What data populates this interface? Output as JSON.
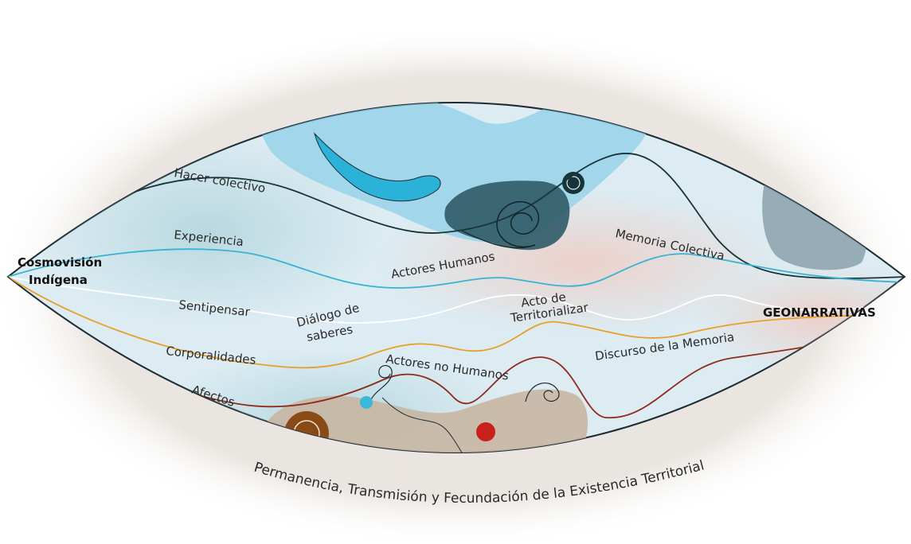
{
  "labels": {
    "cosmovision_1": "Cosmovisión",
    "cosmovision_2": "Indígena",
    "geonarrativas": "GEONARRATIVAS",
    "hacer_colectivo": "Hacer colectivo",
    "experiencia": "Experiencia",
    "sentipensar": "Sentipensar",
    "corporalidades": "Corporalidades",
    "afectos": "Afectos",
    "actores_humanos": "Actores Humanos",
    "dialogo_1": "Diálogo de",
    "dialogo_2": "saberes",
    "actores_no_humanos": "Actores no Humanos",
    "acto_1": "Acto de",
    "acto_2": "Territorializar",
    "memoria_colectiva": "Memoria Colectiva",
    "discurso_memoria": "Discurso de la Memoria",
    "bottom_arc": "Permanencia, Transmisión y Fecundación de la Existencia Territorial"
  },
  "colors": {
    "lens_fill": "#dcecf2",
    "outline": "#1d2b33",
    "line_dark": "#17343a",
    "line_blue": "#39b3d3",
    "line_white": "#ffffff",
    "line_orange": "#e6a12a",
    "line_red": "#8f2b1c",
    "blob_lightblue": "#8fd0e8",
    "blob_dark": "#2f5b66",
    "blob_tan": "#c8b6a2",
    "dot_brown": "#8a4a16",
    "dot_red": "#c8201b",
    "dot_cyan": "#3ab8d8"
  }
}
